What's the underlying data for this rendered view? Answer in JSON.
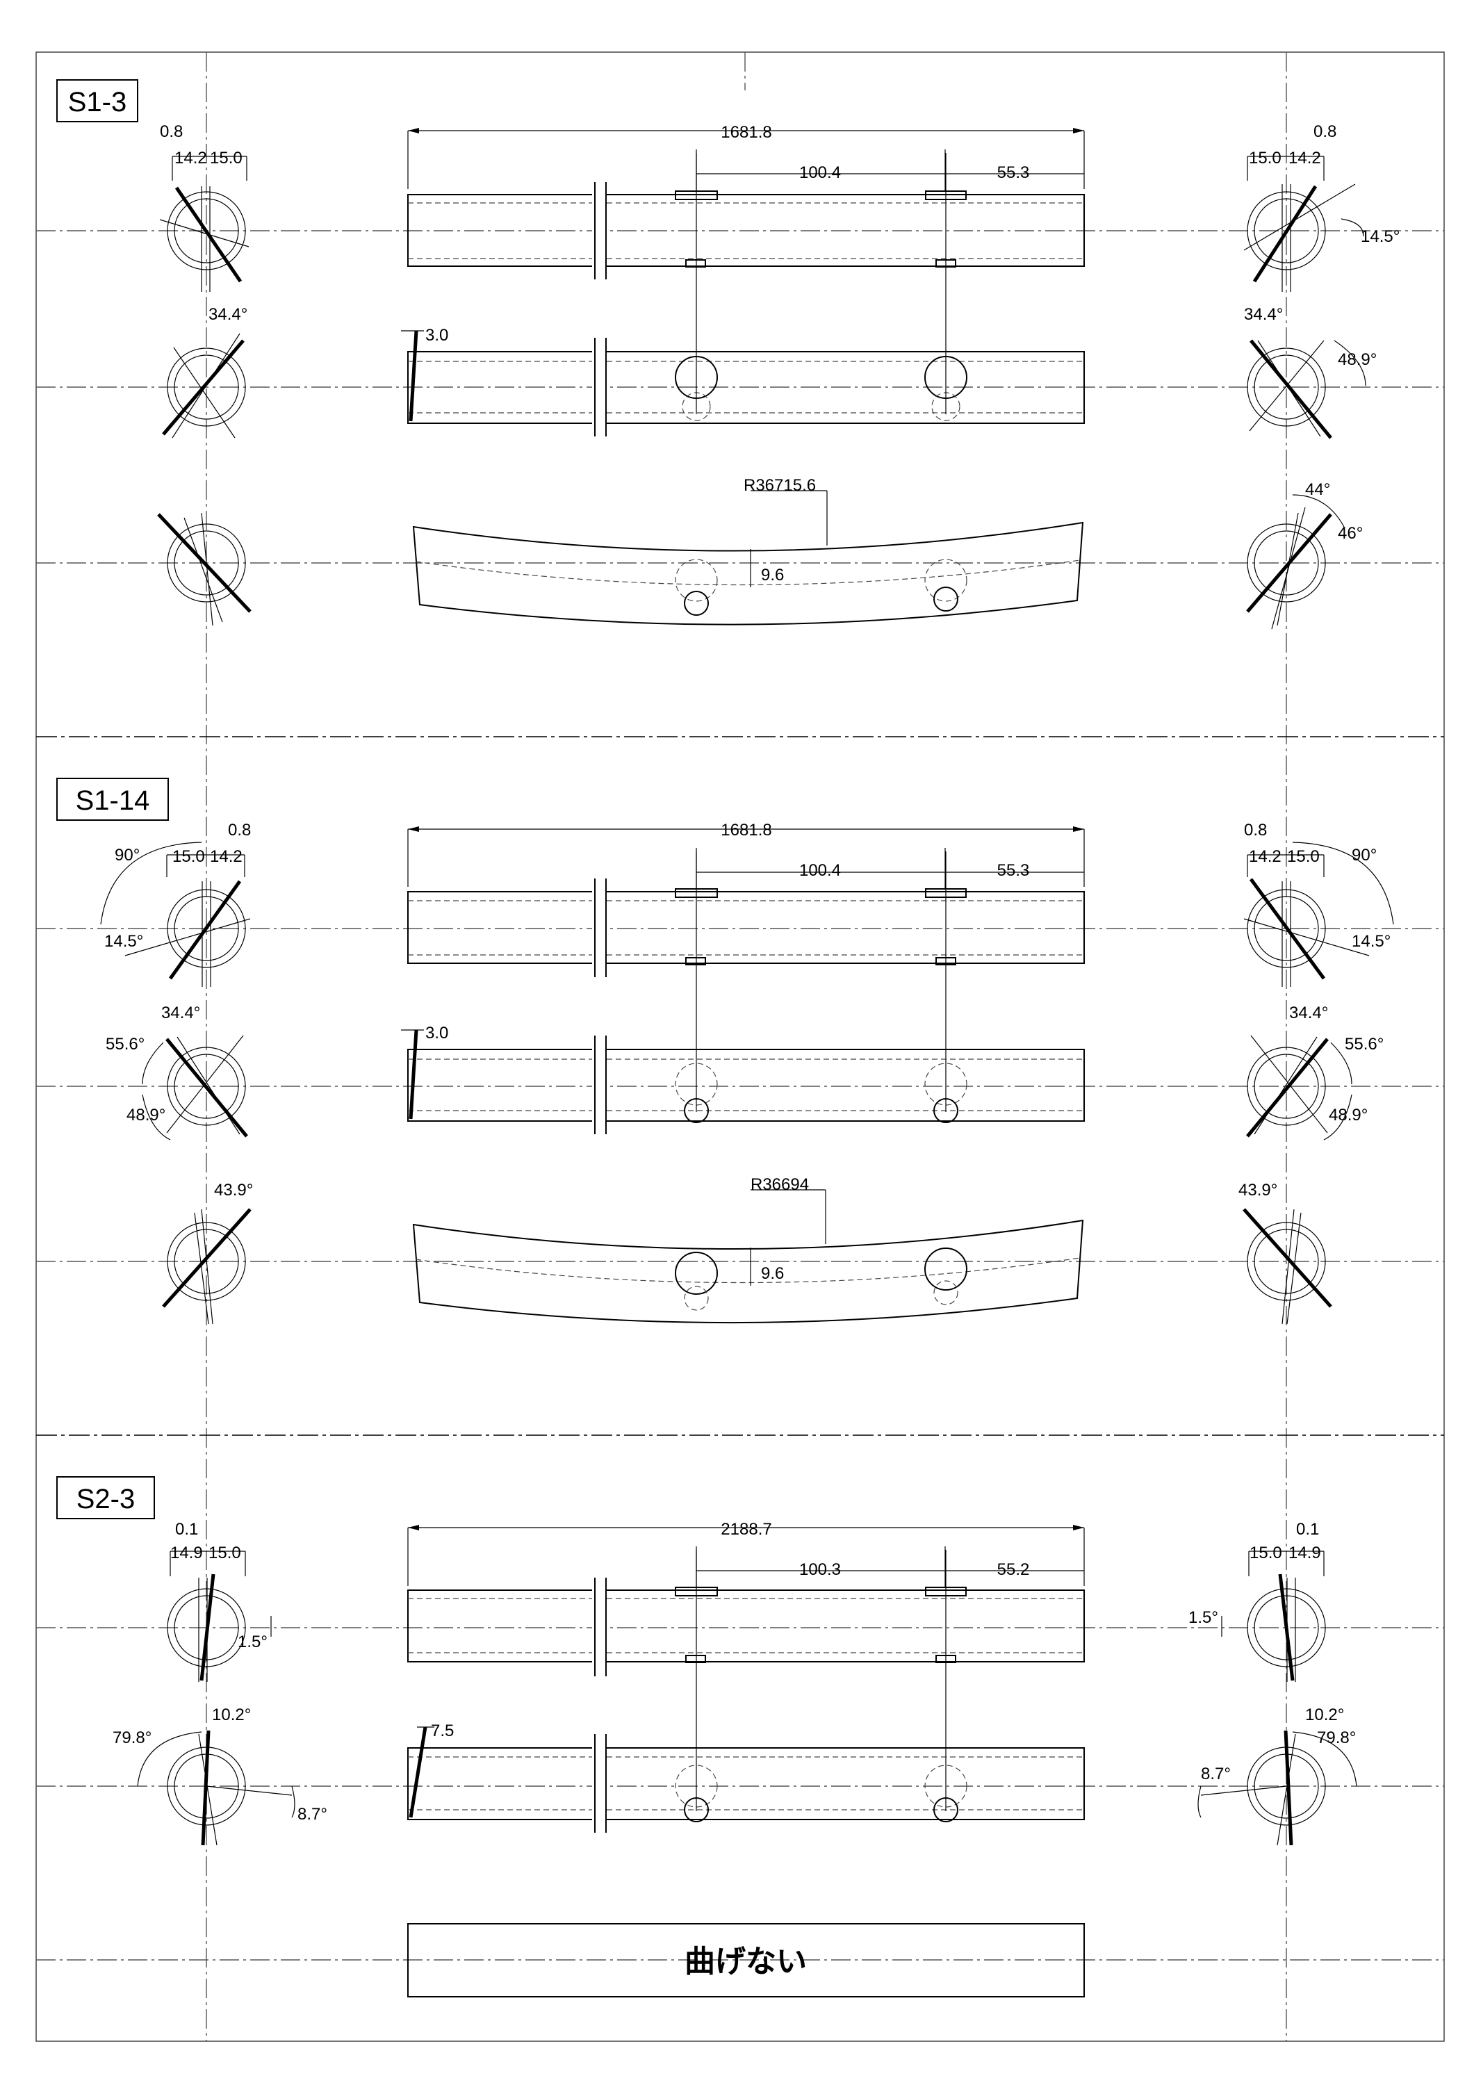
{
  "sections": [
    {
      "id": "S1-3",
      "label": "S1-3",
      "top": {
        "length": "1681.8",
        "pitch": "100.4",
        "end_offset": "55.3"
      },
      "mid": {
        "bevel": "3.0"
      },
      "bottom": {
        "radius": "R36715.6",
        "sag": "9.6"
      },
      "left_angles": {
        "offset": "0.8",
        "d1": "14.2",
        "d2": "15.0",
        "a_mid": "34.4°"
      },
      "right_angles": {
        "offset": "0.8",
        "d1": "15.0",
        "d2": "14.2",
        "a_top": "14.5°",
        "a_mid1": "34.4°",
        "a_mid2": "48.9°",
        "a_bot1": "44°",
        "a_bot2": "46°"
      }
    },
    {
      "id": "S1-14",
      "label": "S1-14",
      "top": {
        "length": "1681.8",
        "pitch": "100.4",
        "end_offset": "55.3"
      },
      "mid": {
        "bevel": "3.0"
      },
      "bottom": {
        "radius": "R36694",
        "sag": "9.6"
      },
      "left_angles": {
        "offset": "0.8",
        "d1": "15.0",
        "d2": "14.2",
        "a_top1": "90°",
        "a_top2": "14.5°",
        "a_mid1": "34.4°",
        "a_mid2": "55.6°",
        "a_mid3": "48.9°",
        "a_bot": "43.9°"
      },
      "right_angles": {
        "offset": "0.8",
        "d1": "14.2",
        "d2": "15.0",
        "a_top1": "90°",
        "a_top2": "14.5°",
        "a_mid1": "34.4°",
        "a_mid2": "55.6°",
        "a_mid3": "48.9°",
        "a_bot": "43.9°"
      }
    },
    {
      "id": "S2-3",
      "label": "S2-3",
      "top": {
        "length": "2188.7",
        "pitch": "100.3",
        "end_offset": "55.2"
      },
      "mid": {
        "bevel": "7.5"
      },
      "left_angles": {
        "offset": "0.1",
        "d1": "14.9",
        "d2": "15.0",
        "a_top": "1.5°",
        "a_mid1": "10.2°",
        "a_mid2": "79.8°",
        "a_mid3": "8.7°"
      },
      "right_angles": {
        "offset": "0.1",
        "d1": "15.0",
        "d2": "14.9",
        "a_top": "1.5°",
        "a_mid1": "10.2°",
        "a_mid2": "79.8°",
        "a_mid3": "8.7°"
      },
      "no_bend_note": "曲げない"
    }
  ]
}
